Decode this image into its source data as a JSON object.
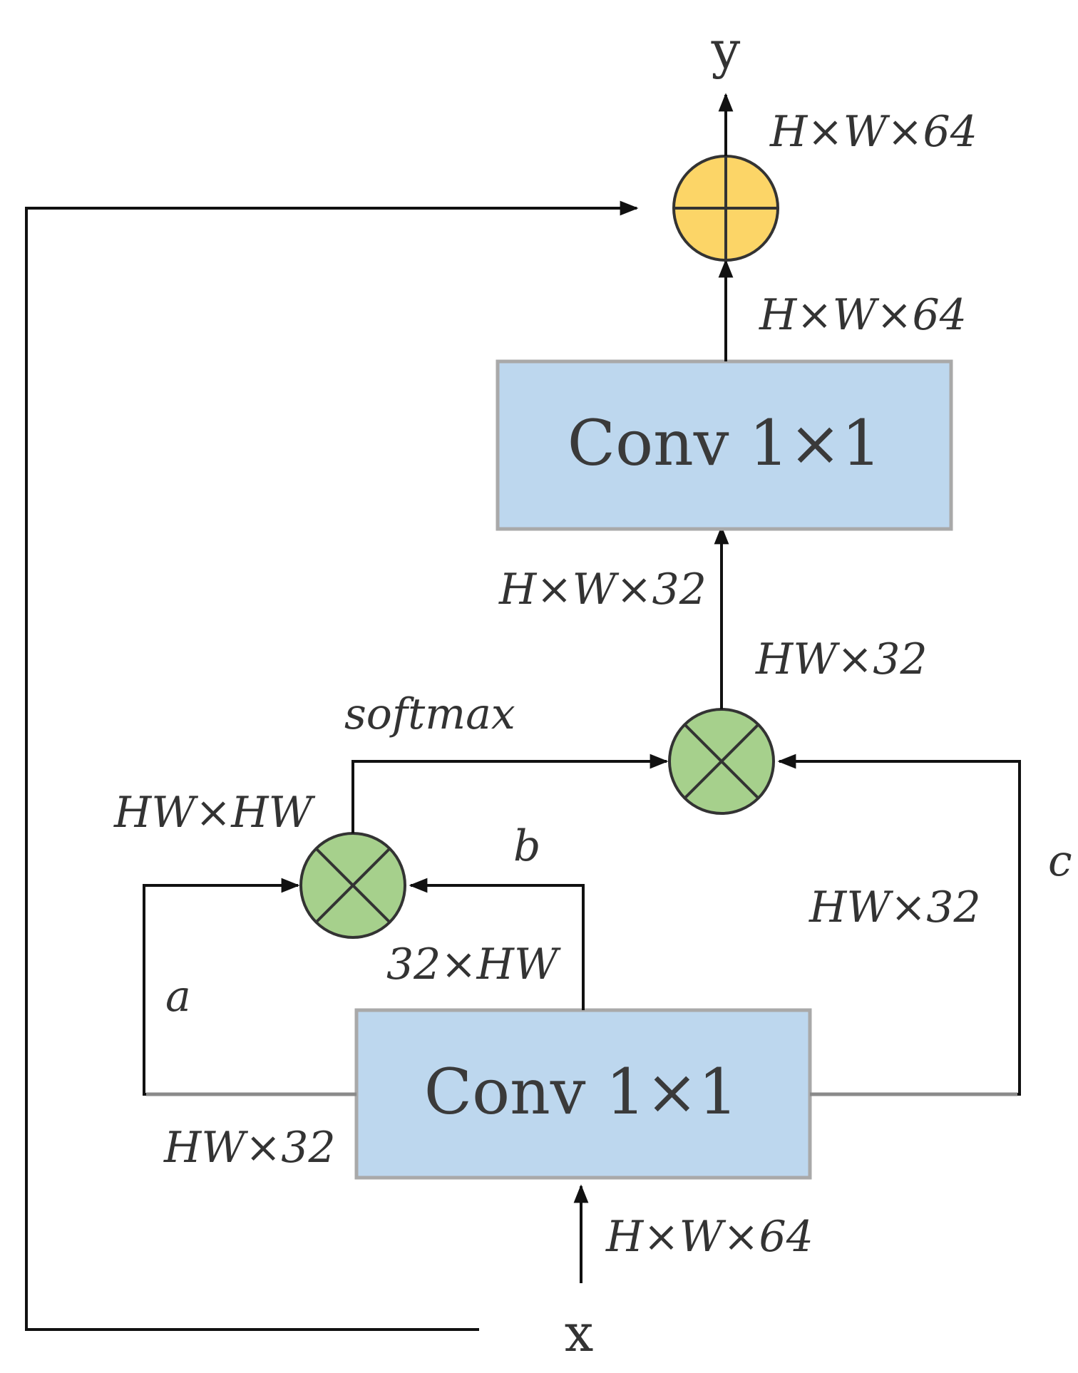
{
  "diagram": {
    "input_label": "x",
    "output_label": "y",
    "conv_top": {
      "text": "Conv 1×1"
    },
    "conv_bottom": {
      "text": "Conv 1×1"
    },
    "labels": {
      "out_top": "H×W×64",
      "conv_top_out": "H×W×64",
      "conv_top_in": "H×W×32",
      "matmul2_out": "HW×32",
      "softmax": "softmax",
      "matmul1_out": "HW×HW",
      "branch_b": "b",
      "branch_c": "c",
      "branch_c_dim": "HW×32",
      "branch_b_dim": "32×HW",
      "branch_a": "a",
      "branch_a_dim": "HW×32",
      "input_dim": "H×W×64"
    },
    "colors": {
      "add_node": "#FCD567",
      "multiply_node": "#A6D08C",
      "conv_box": "#BDD7EE",
      "conv_box_border": "#A9A9A9"
    }
  }
}
